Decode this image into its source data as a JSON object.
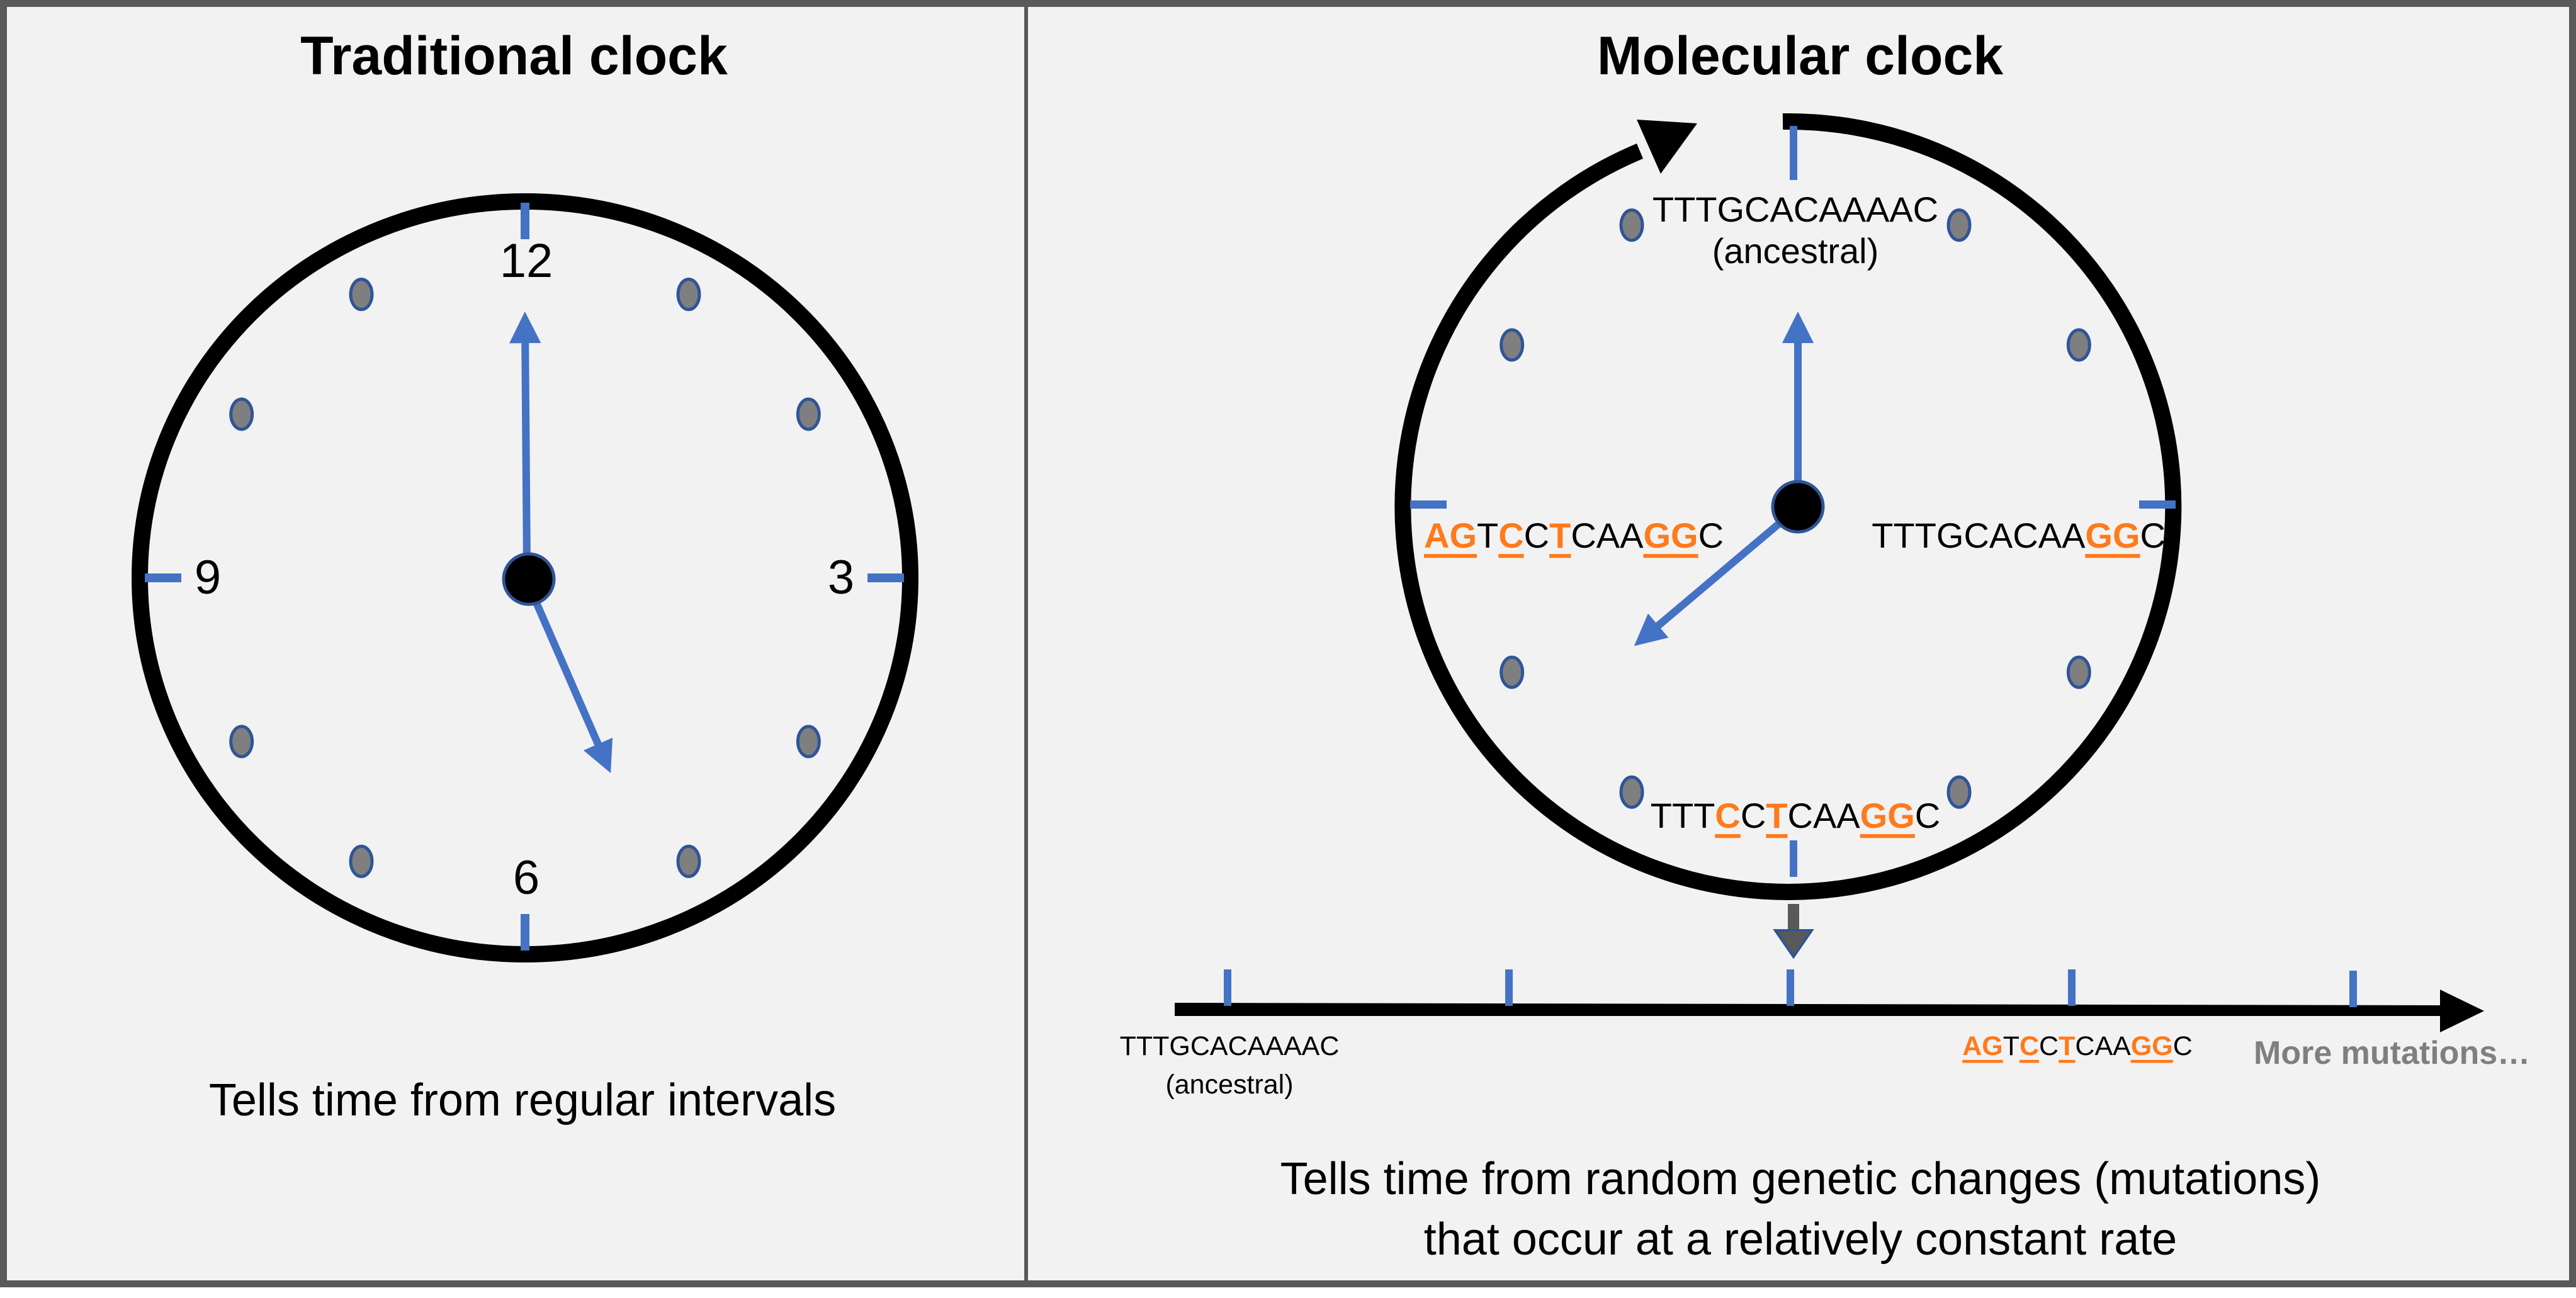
{
  "panels": {
    "left": {
      "title": "Traditional clock",
      "caption": "Tells time from regular intervals",
      "numerals": {
        "twelve": "12",
        "three": "3",
        "six": "6",
        "nine": "9"
      }
    },
    "right": {
      "title": "Molecular clock",
      "caption_line1": "Tells time from random genetic changes (mutations)",
      "caption_line2": "that occur at a relatively constant rate",
      "clock_labels": {
        "top": {
          "sequence": "TTTGCACAAAAC",
          "note": "(ancestral)"
        },
        "right": {
          "segments": [
            {
              "text": "TTTGCACAA",
              "mutated": false
            },
            {
              "text": "GG",
              "mutated": true
            },
            {
              "text": "C",
              "mutated": false
            }
          ]
        },
        "bottom": {
          "segments": [
            {
              "text": "TTT",
              "mutated": false
            },
            {
              "text": "C",
              "mutated": true
            },
            {
              "text": "C",
              "mutated": false
            },
            {
              "text": "T",
              "mutated": true
            },
            {
              "text": "CAA",
              "mutated": false
            },
            {
              "text": "GG",
              "mutated": true
            },
            {
              "text": "C",
              "mutated": false
            }
          ]
        },
        "left": {
          "segments": [
            {
              "text": "AG",
              "mutated": true
            },
            {
              "text": "T",
              "mutated": false
            },
            {
              "text": "C",
              "mutated": true
            },
            {
              "text": "C",
              "mutated": false
            },
            {
              "text": "T",
              "mutated": true
            },
            {
              "text": "CAA",
              "mutated": false
            },
            {
              "text": "GG",
              "mutated": true
            },
            {
              "text": "C",
              "mutated": false
            }
          ]
        }
      },
      "timeline": {
        "start_sequence": "TTTGCACAAAAC",
        "start_note": "(ancestral)",
        "later_segments": [
          {
            "text": "AG",
            "mutated": true
          },
          {
            "text": "T",
            "mutated": false
          },
          {
            "text": "C",
            "mutated": true
          },
          {
            "text": "C",
            "mutated": false
          },
          {
            "text": "T",
            "mutated": true
          },
          {
            "text": "CAA",
            "mutated": false
          },
          {
            "text": "GG",
            "mutated": true
          },
          {
            "text": "C",
            "mutated": false
          }
        ],
        "more_label": "More mutations…",
        "tick_count": 5
      }
    }
  },
  "colors": {
    "background": "#f2f2f2",
    "frame": "#595959",
    "clock_ring": "#000000",
    "hand": "#4472c4",
    "tick": "#4472c4",
    "dot_fill": "#7f7f7f",
    "dot_stroke": "#2f5597",
    "mutation": "#ff7a1a",
    "down_arrow": "#595959",
    "more_label": "#7f7f7f"
  },
  "clock_state": {
    "left": {
      "hour_hand_points_to": "12",
      "minute_hand_points_to": "about 5"
    },
    "right": {
      "long_hand_points_to": "12",
      "short_hand_points_to": "about 8"
    }
  }
}
